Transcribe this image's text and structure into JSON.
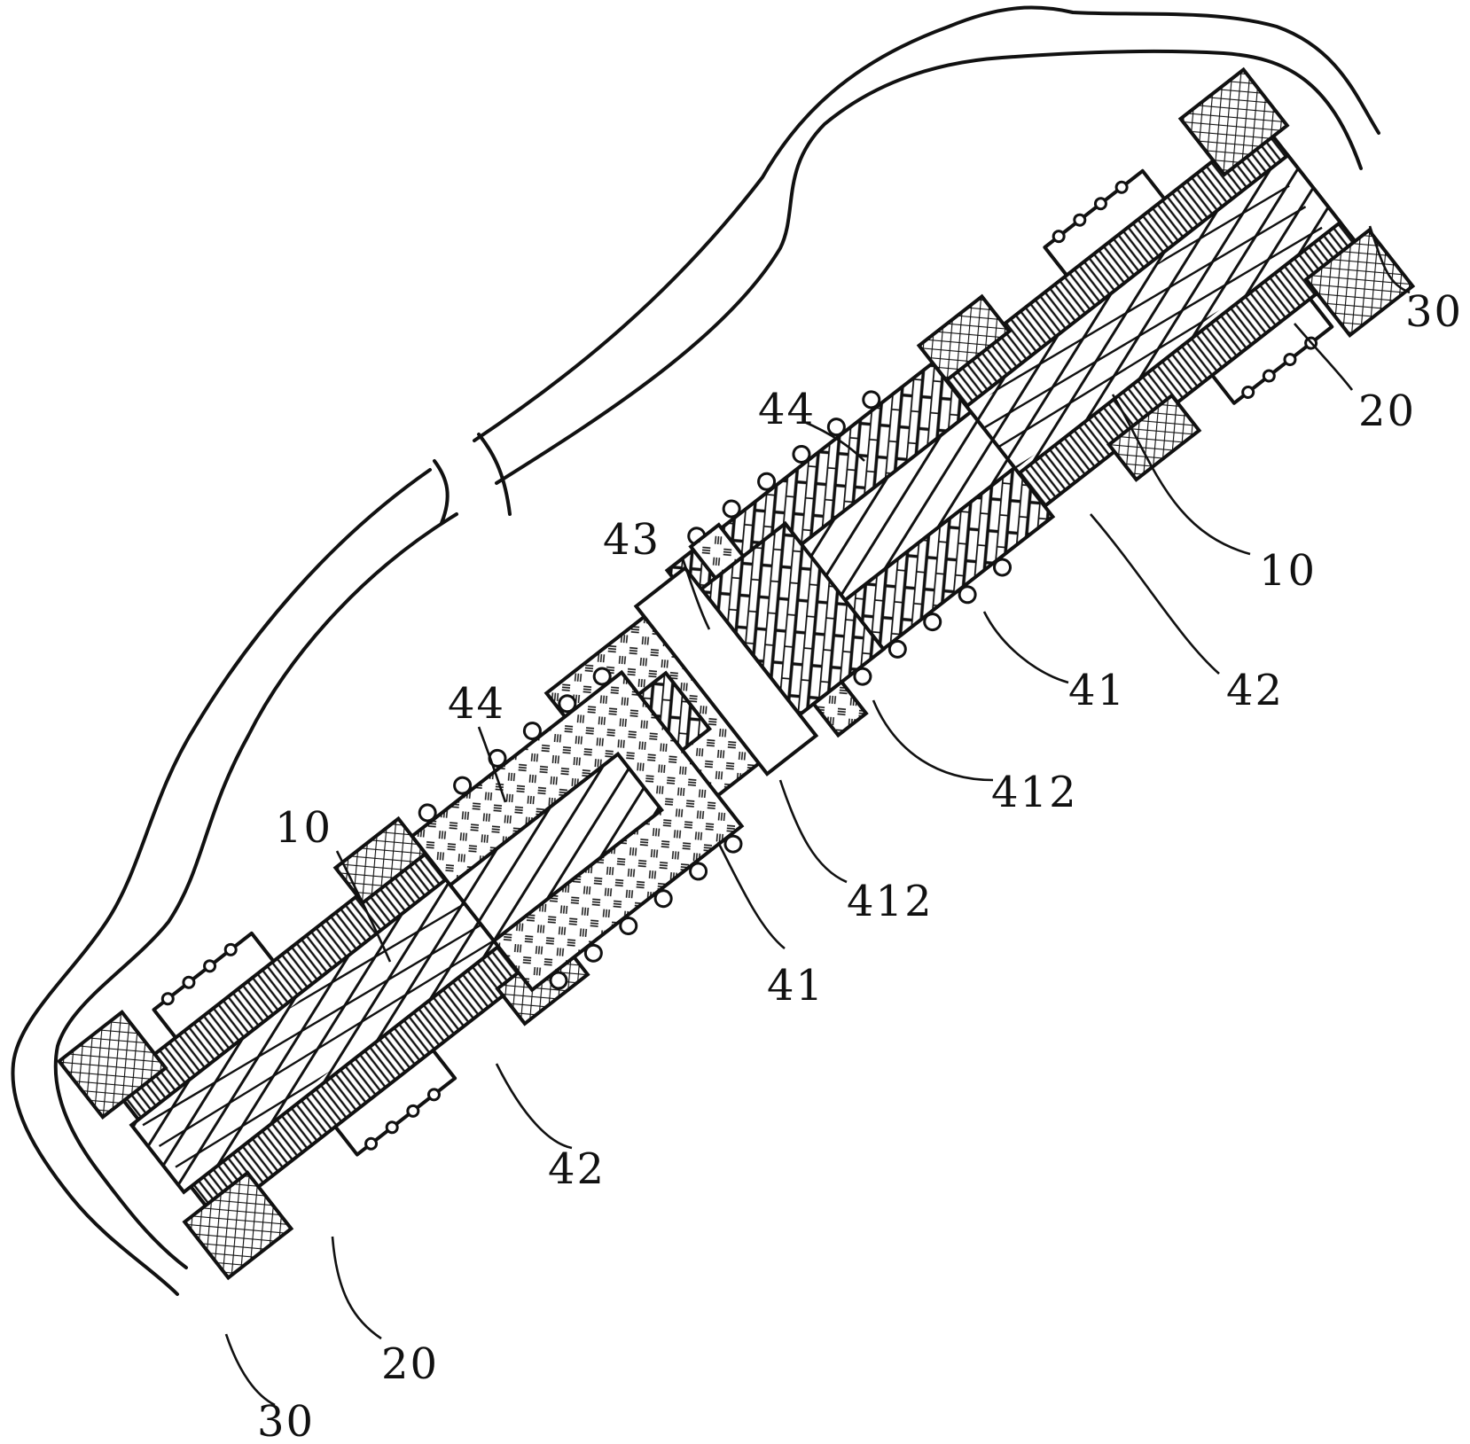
{
  "labels": {
    "top_30": "30",
    "top_20": "20",
    "top_10": "10",
    "top_44": "44",
    "top_43": "43",
    "right_41": "41",
    "right_42": "42",
    "upper_412": "412",
    "lower_412": "412",
    "left_44": "44",
    "left_10": "10",
    "lower_41": "41",
    "lower_42": "42",
    "bottom_20": "20",
    "bottom_30": "30"
  },
  "colors": {
    "ink": "#111111",
    "paper": "#ffffff"
  }
}
